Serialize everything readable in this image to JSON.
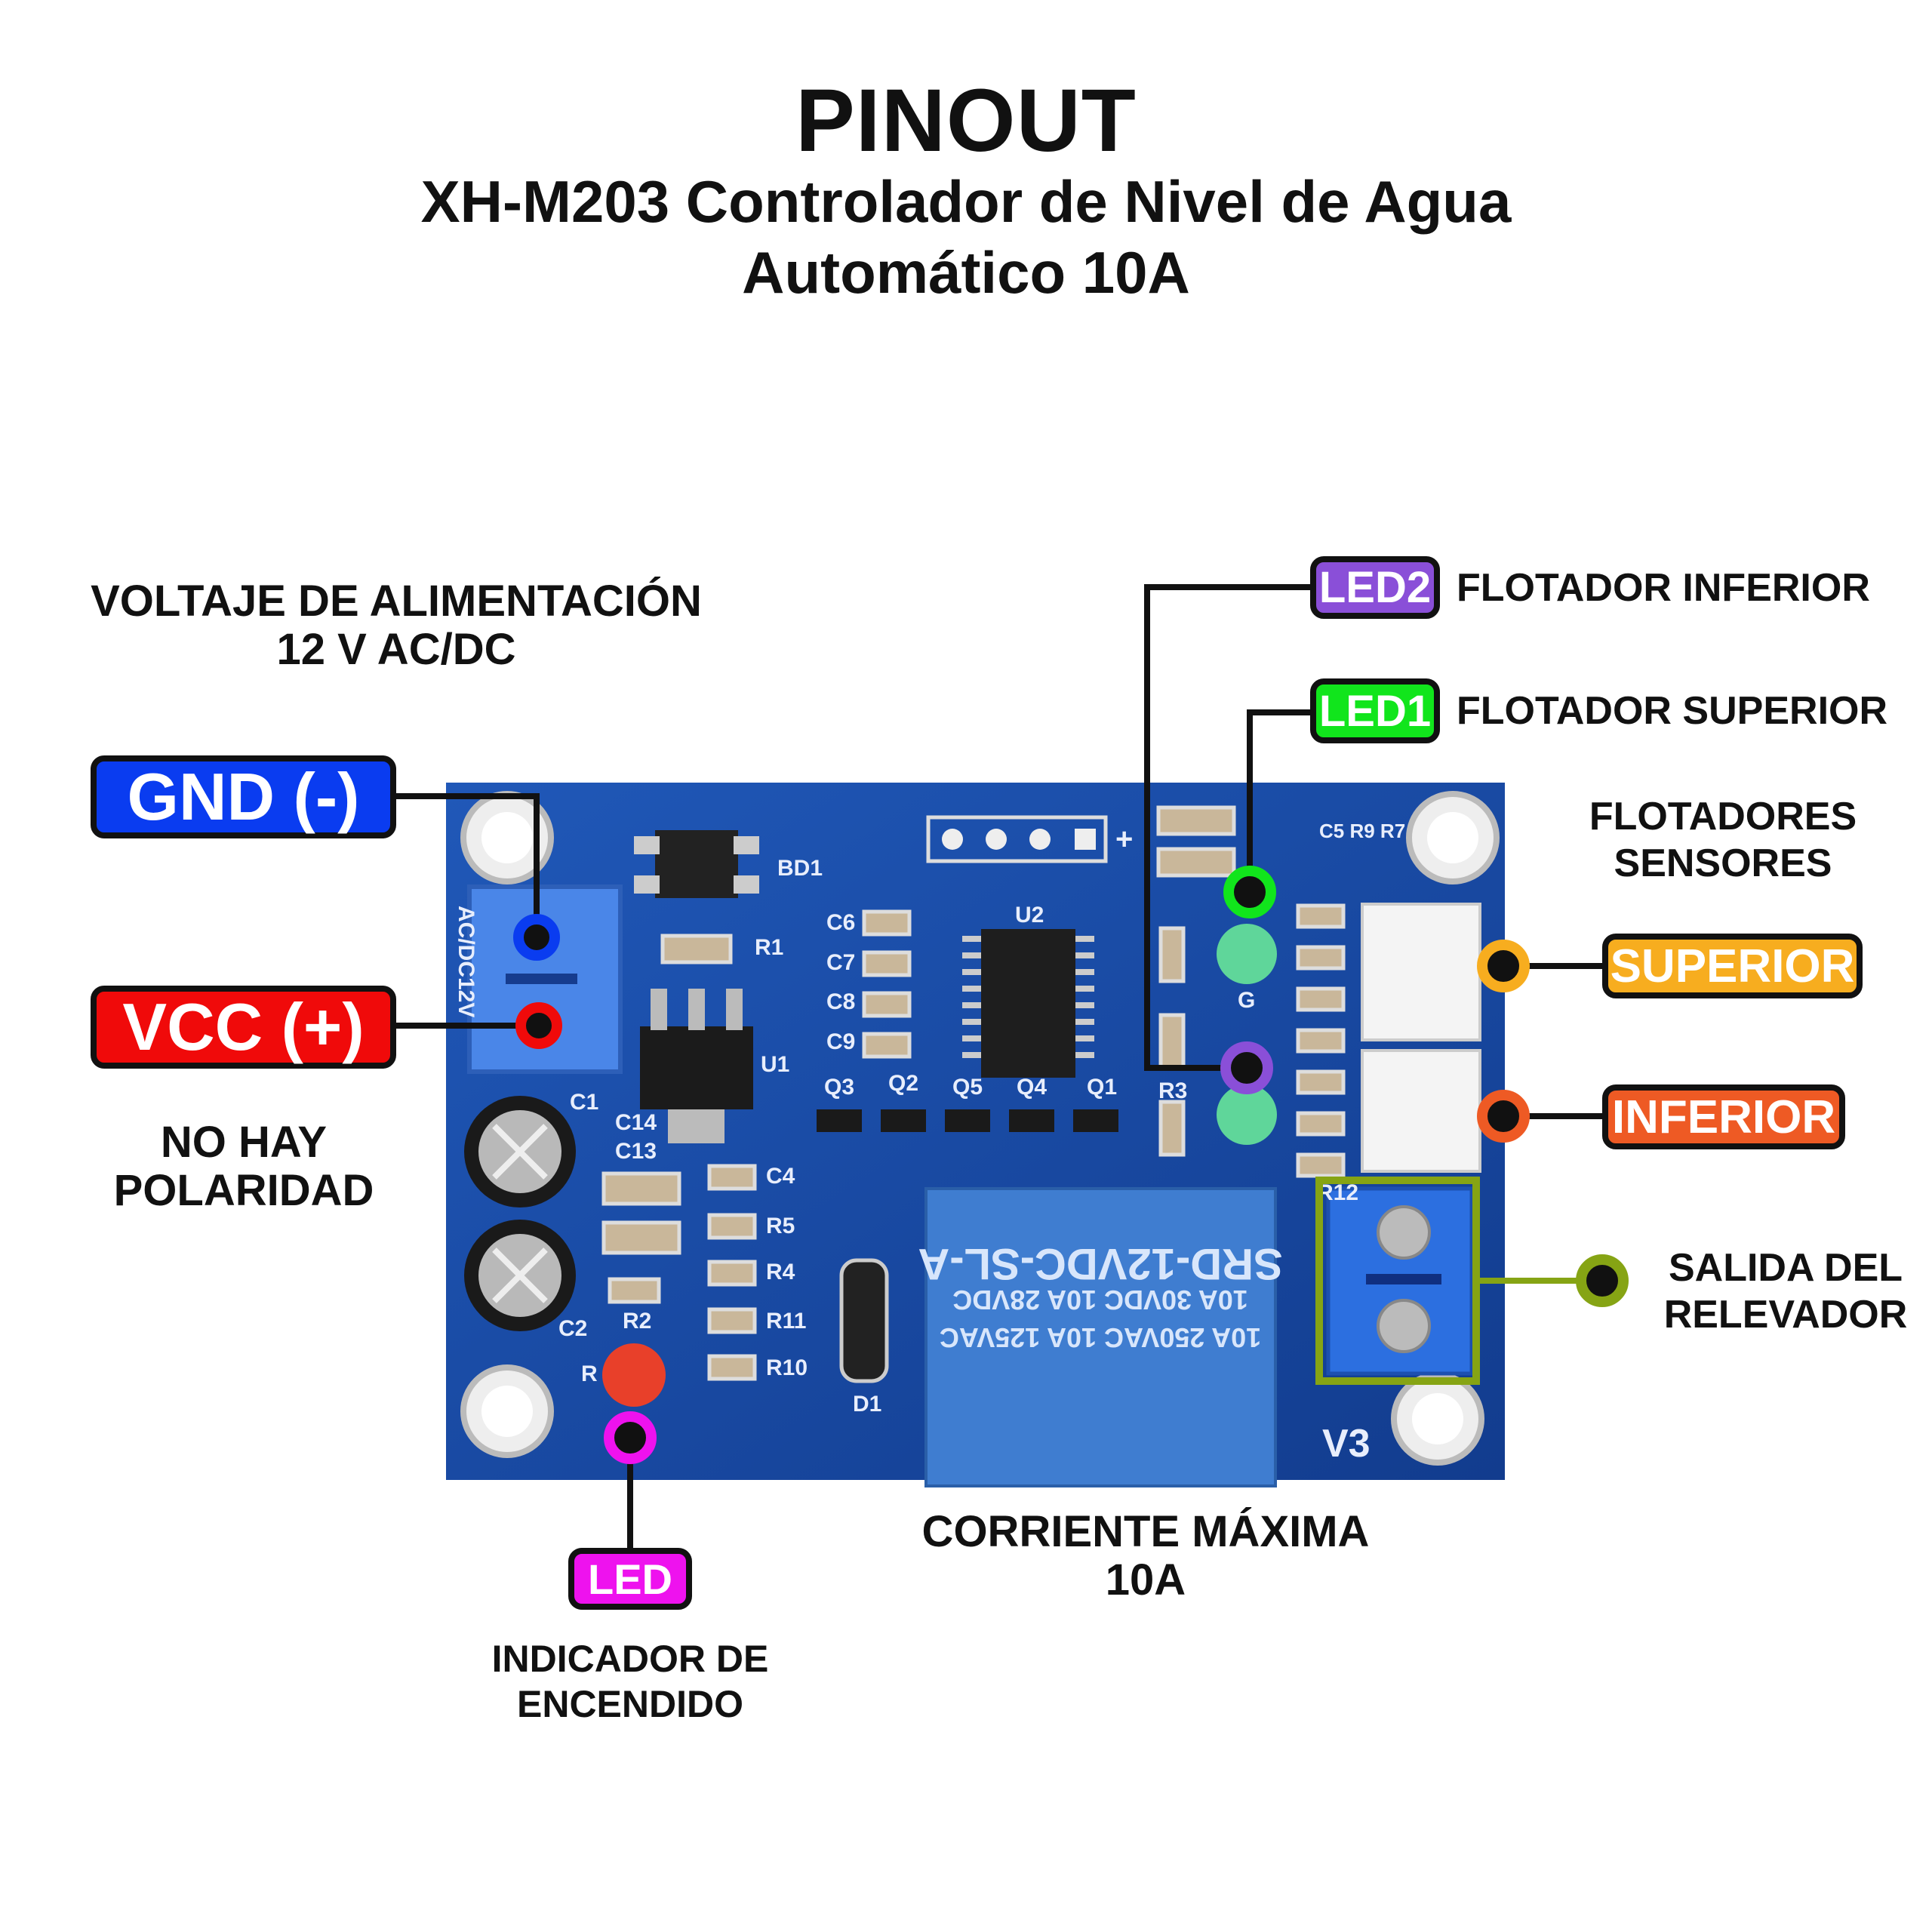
{
  "header": {
    "title": "PINOUT",
    "subtitle_line1": "XH-M203 Controlador de Nivel de Agua",
    "subtitle_line2": "Automático 10A"
  },
  "power": {
    "heading_line1": "VOLTAJE DE ALIMENTACIÓN",
    "heading_line2": "12 V AC/DC",
    "gnd_label": "GND (-)",
    "vcc_label": "VCC (+)",
    "note_line1": "NO HAY",
    "note_line2": "POLARIDAD"
  },
  "leds": {
    "led2_label": "LED2",
    "led2_desc": "FLOTADOR INFERIOR",
    "led1_label": "LED1",
    "led1_desc": "FLOTADOR SUPERIOR",
    "power_led_label": "LED",
    "power_led_desc_line1": "INDICADOR DE",
    "power_led_desc_line2": "ENCENDIDO"
  },
  "sensors": {
    "heading_line1": "FLOTADORES",
    "heading_line2": "SENSORES",
    "superior_label": "SUPERIOR",
    "inferior_label": "INFERIOR"
  },
  "relay": {
    "output_line1": "SALIDA DEL",
    "output_line2": "RELEVADOR",
    "current_line1": "CORRIENTE MÁXIMA",
    "current_line2": "10A",
    "model": "SRD-12VDC-SL-A",
    "rating1": "10A 30VDC 10A 28VDC",
    "rating2": "10A 250VAC 10A 125VAC"
  },
  "board_silkscreen": {
    "input": "AC/DC12V",
    "bd1": "BD1",
    "r1": "R1",
    "u1": "U1",
    "u2": "U2",
    "c1": "C1",
    "c2": "C2",
    "c4": "C4",
    "c13": "C13",
    "c14": "C14",
    "c6": "C6",
    "c7": "C7",
    "c8": "C8",
    "c9": "C9",
    "r2": "R2",
    "r3": "R3",
    "r4": "R4",
    "r5": "R5",
    "r10": "R10",
    "r11": "R11",
    "q3": "Q3",
    "q2": "Q2",
    "q5": "Q5",
    "q4": "Q4",
    "q1": "Q1",
    "d1": "D1",
    "v3": "V3",
    "c5r9r7": "C5 R9 R7",
    "r12": "R12",
    "g": "G",
    "r": "R",
    "plus": "+"
  },
  "colors": {
    "gnd": "#0a3cf0",
    "vcc": "#f00a0a",
    "led2": "#8a4fd8",
    "led1": "#11e51c",
    "superior": "#f7ad1f",
    "inferior": "#ee5a24",
    "relay_output": "#86a414",
    "power_led": "#ee12ee",
    "pcb": "#1a4ea6"
  }
}
